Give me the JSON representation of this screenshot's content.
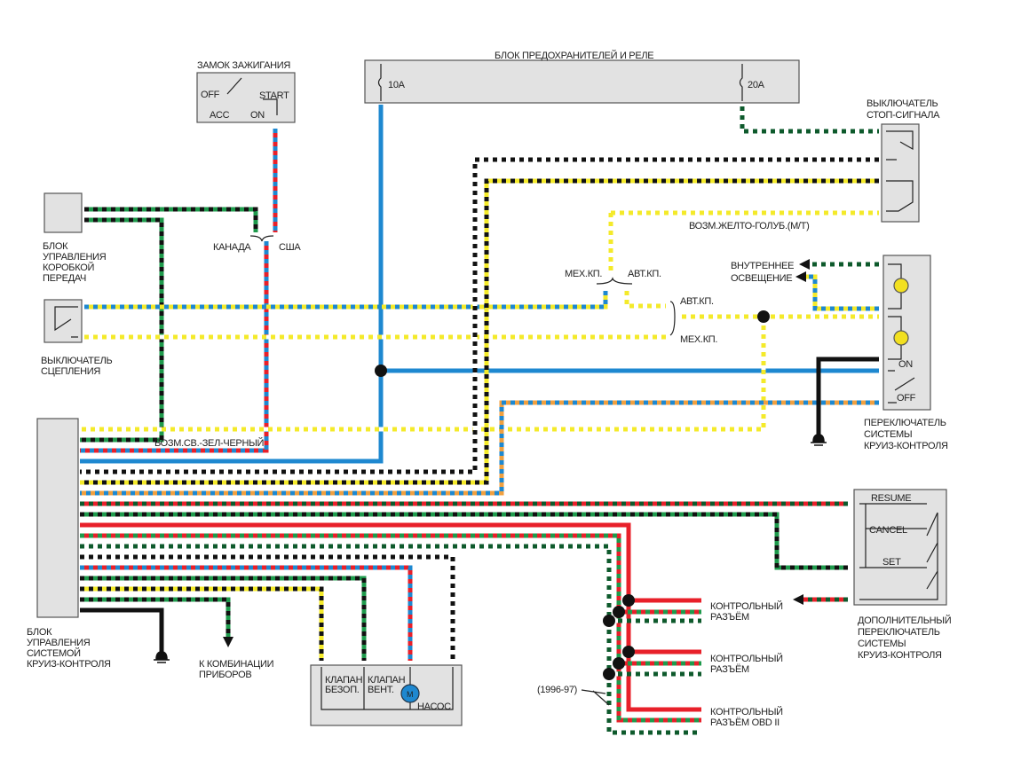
{
  "ignition": {
    "title": "ЗАМОК  ЗАЖИГАНИЯ",
    "off": "OFF",
    "acc": "ACC",
    "on": "ON",
    "start": "START"
  },
  "fusebox": {
    "title": "БЛОК ПРЕДОХРАНИТЕЛЕЙ И РЕЛЕ",
    "fuse1": "10A",
    "fuse2": "20A"
  },
  "brake_switch": {
    "line1": "ВЫКЛЮЧАТЕЛЬ",
    "line2": "СТОП-СИГНАЛА"
  },
  "transmission_module": {
    "lines": [
      "БЛОК",
      "УПРАВЛЕНИЯ",
      "КОРОБКОЙ",
      "ПЕРЕДАЧ"
    ]
  },
  "region": {
    "canada": "КАНАДА",
    "usa": "США"
  },
  "clutch_switch": {
    "lines": [
      "ВЫКЛЮЧАТЕЛЬ",
      "СЦЕПЛЕНИЯ"
    ]
  },
  "wire_notes": {
    "yellow_blue_mt": "ВОЗМ.ЖЕЛТО-ГОЛУБ.(М/Т)",
    "light_green_black": "ВОЗМ.СВ.-ЗЕЛ-ЧЕРНЫЙ",
    "manual_top": "МЕХ.КП.",
    "auto_top": "АВТ.КП.",
    "auto_right": "АВТ.КП.",
    "manual_right": "МЕХ.КП.",
    "years": "(1996-97)"
  },
  "interior_light": {
    "line1": "ВНУТРЕННЕЕ",
    "line2": "ОСВЕЩЕНИЕ"
  },
  "cruise_switch": {
    "on": "ON",
    "off": "OFF",
    "lines": [
      "ПЕРЕКЛЮЧАТЕЛЬ",
      "СИСТЕМЫ",
      "КРУИЗ-КОНТРОЛЯ"
    ]
  },
  "cruise_module": {
    "lines": [
      "БЛОК",
      "УПРАВЛЕНИЯ",
      "СИСТЕМОЙ",
      "КРУИЗ-КОНТРОЛЯ"
    ]
  },
  "instrument_cluster": {
    "lines": [
      "К КОМБИНАЦИИ",
      "ПРИБОРОВ"
    ]
  },
  "actuator": {
    "valve1": [
      "КЛАПАН",
      "БЕЗОП."
    ],
    "valve2": [
      "КЛАПАН",
      "ВЕНТ."
    ],
    "motor": "M",
    "pump": "НАСОС"
  },
  "connectors": [
    {
      "lines": [
        "КОНТРОЛЬНЫЙ",
        "РАЗЪЁМ"
      ]
    },
    {
      "lines": [
        "КОНТРОЛЬНЫЙ",
        "РАЗЪЁМ"
      ]
    },
    {
      "lines": [
        "КОНТРОЛЬНЫЙ",
        "РАЗЪЁМ OBD II"
      ]
    }
  ],
  "aux_switch": {
    "resume": "RESUME",
    "cancel": "CANCEL",
    "set": "SET",
    "lines": [
      "ДОПОЛНИТЕЛЬНЫЙ",
      "ПЕРЕКЛЮЧАТЕЛЬ",
      "СИСТЕМЫ",
      "КРУИЗ-КОНТРОЛЯ"
    ]
  },
  "wire_colors": {
    "green": "#1f9a4c",
    "dark_green": "#0e5a2c",
    "black": "#111111",
    "yellow": "#f4ea2a",
    "blue": "#1e88d0",
    "red": "#e8202a",
    "orange": "#f0a040",
    "lamp": "#f2e020"
  }
}
